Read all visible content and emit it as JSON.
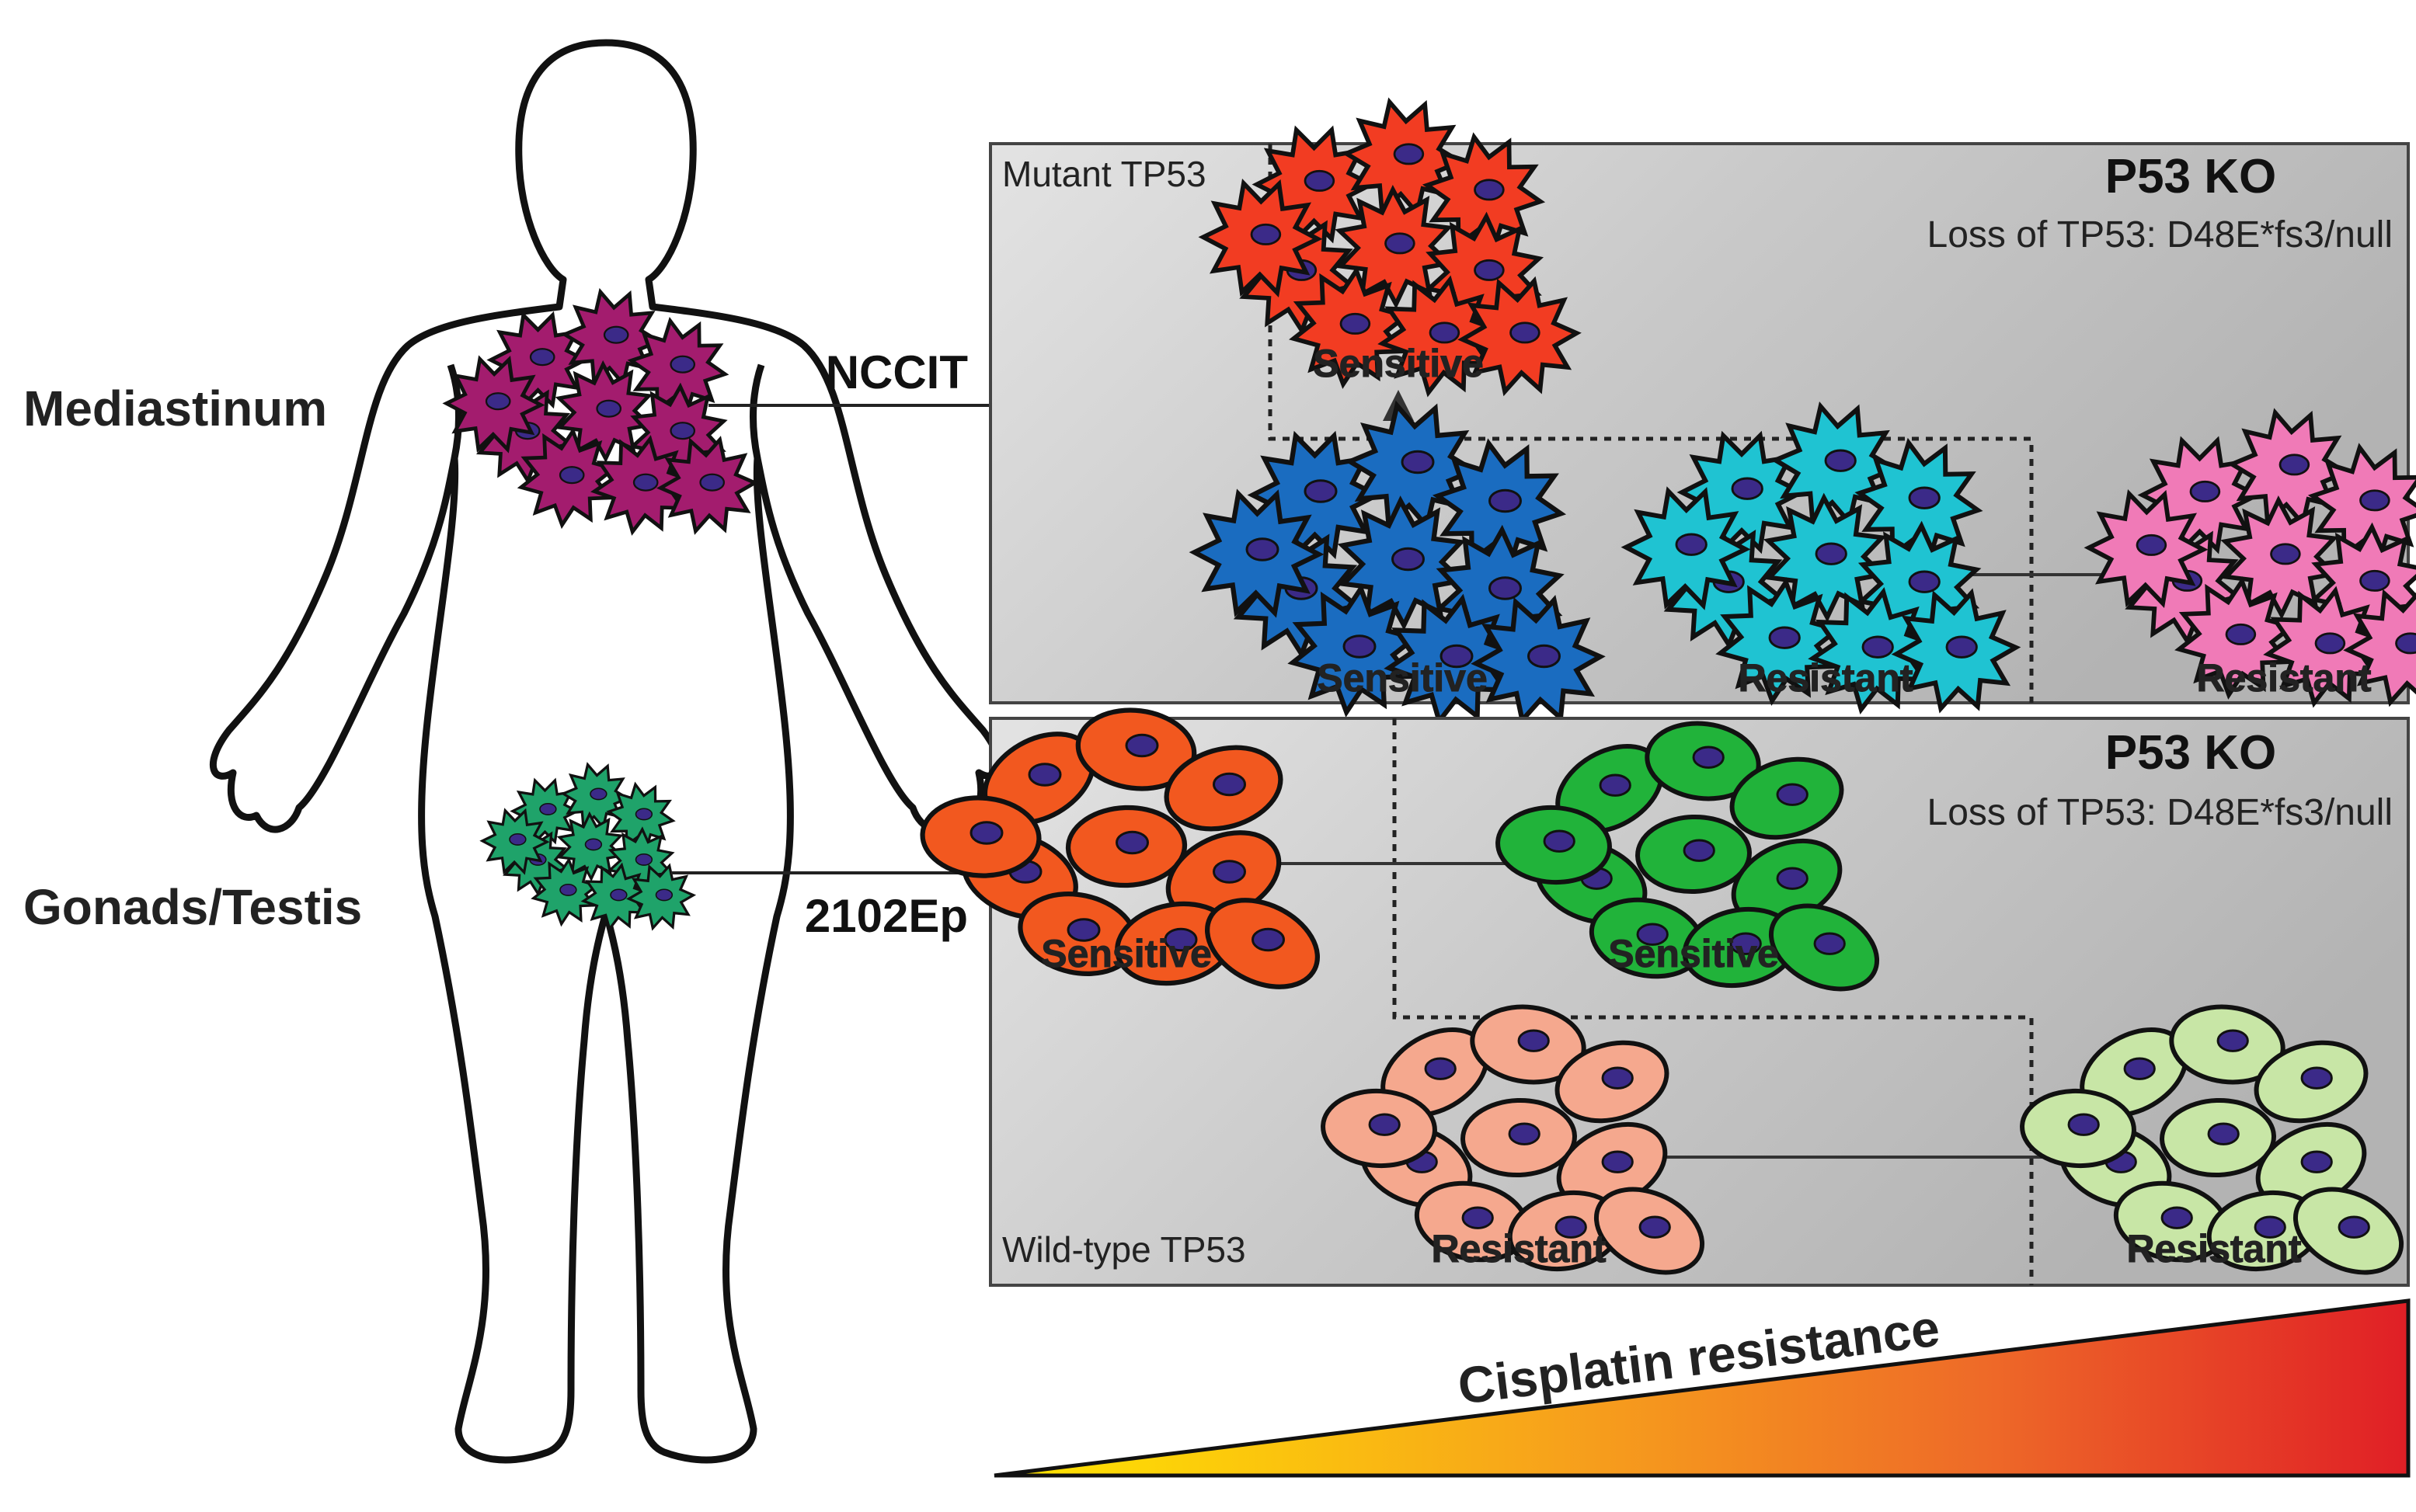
{
  "body_sites": {
    "mediastinum": "Mediastinum",
    "gonads": "Gonads/Testis"
  },
  "cell_lines": {
    "nccit": "NCCIT",
    "ep2102": "2102Ep"
  },
  "top_panel": {
    "corner_label": "Mutant TP53",
    "title": "P53 KO",
    "subtitle": "Loss of TP53: D48E*fs3/null",
    "cluster_labels": {
      "red": "Sensitive",
      "blue": "Sensitive",
      "cyan": "Resistant",
      "pink": "Resistant"
    }
  },
  "bottom_panel": {
    "corner_label": "Wild-type TP53",
    "title": "P53 KO",
    "subtitle": "Loss of TP53: D48E*fs3/null",
    "cluster_labels": {
      "orange": "Sensitive",
      "green": "Sensitive",
      "salmon": "Resistant",
      "lightgreen": "Resistant"
    }
  },
  "gradient": {
    "label": "Cisplatin resistance",
    "colors": [
      "#ffe600",
      "#f7a21b",
      "#ee6a28",
      "#e01f26"
    ]
  },
  "cluster_colors": {
    "mediastinum": "#a31c6e",
    "gonads": "#1fa36a",
    "red": "#f23c22",
    "blue": "#1a6cc0",
    "cyan": "#1fc3d2",
    "pink": "#f07ab7",
    "orange": "#f2581f",
    "green": "#21b33a",
    "salmon": "#f5a88e",
    "lightgreen": "#c8e6a6",
    "nucleus": "#3b2a88"
  }
}
